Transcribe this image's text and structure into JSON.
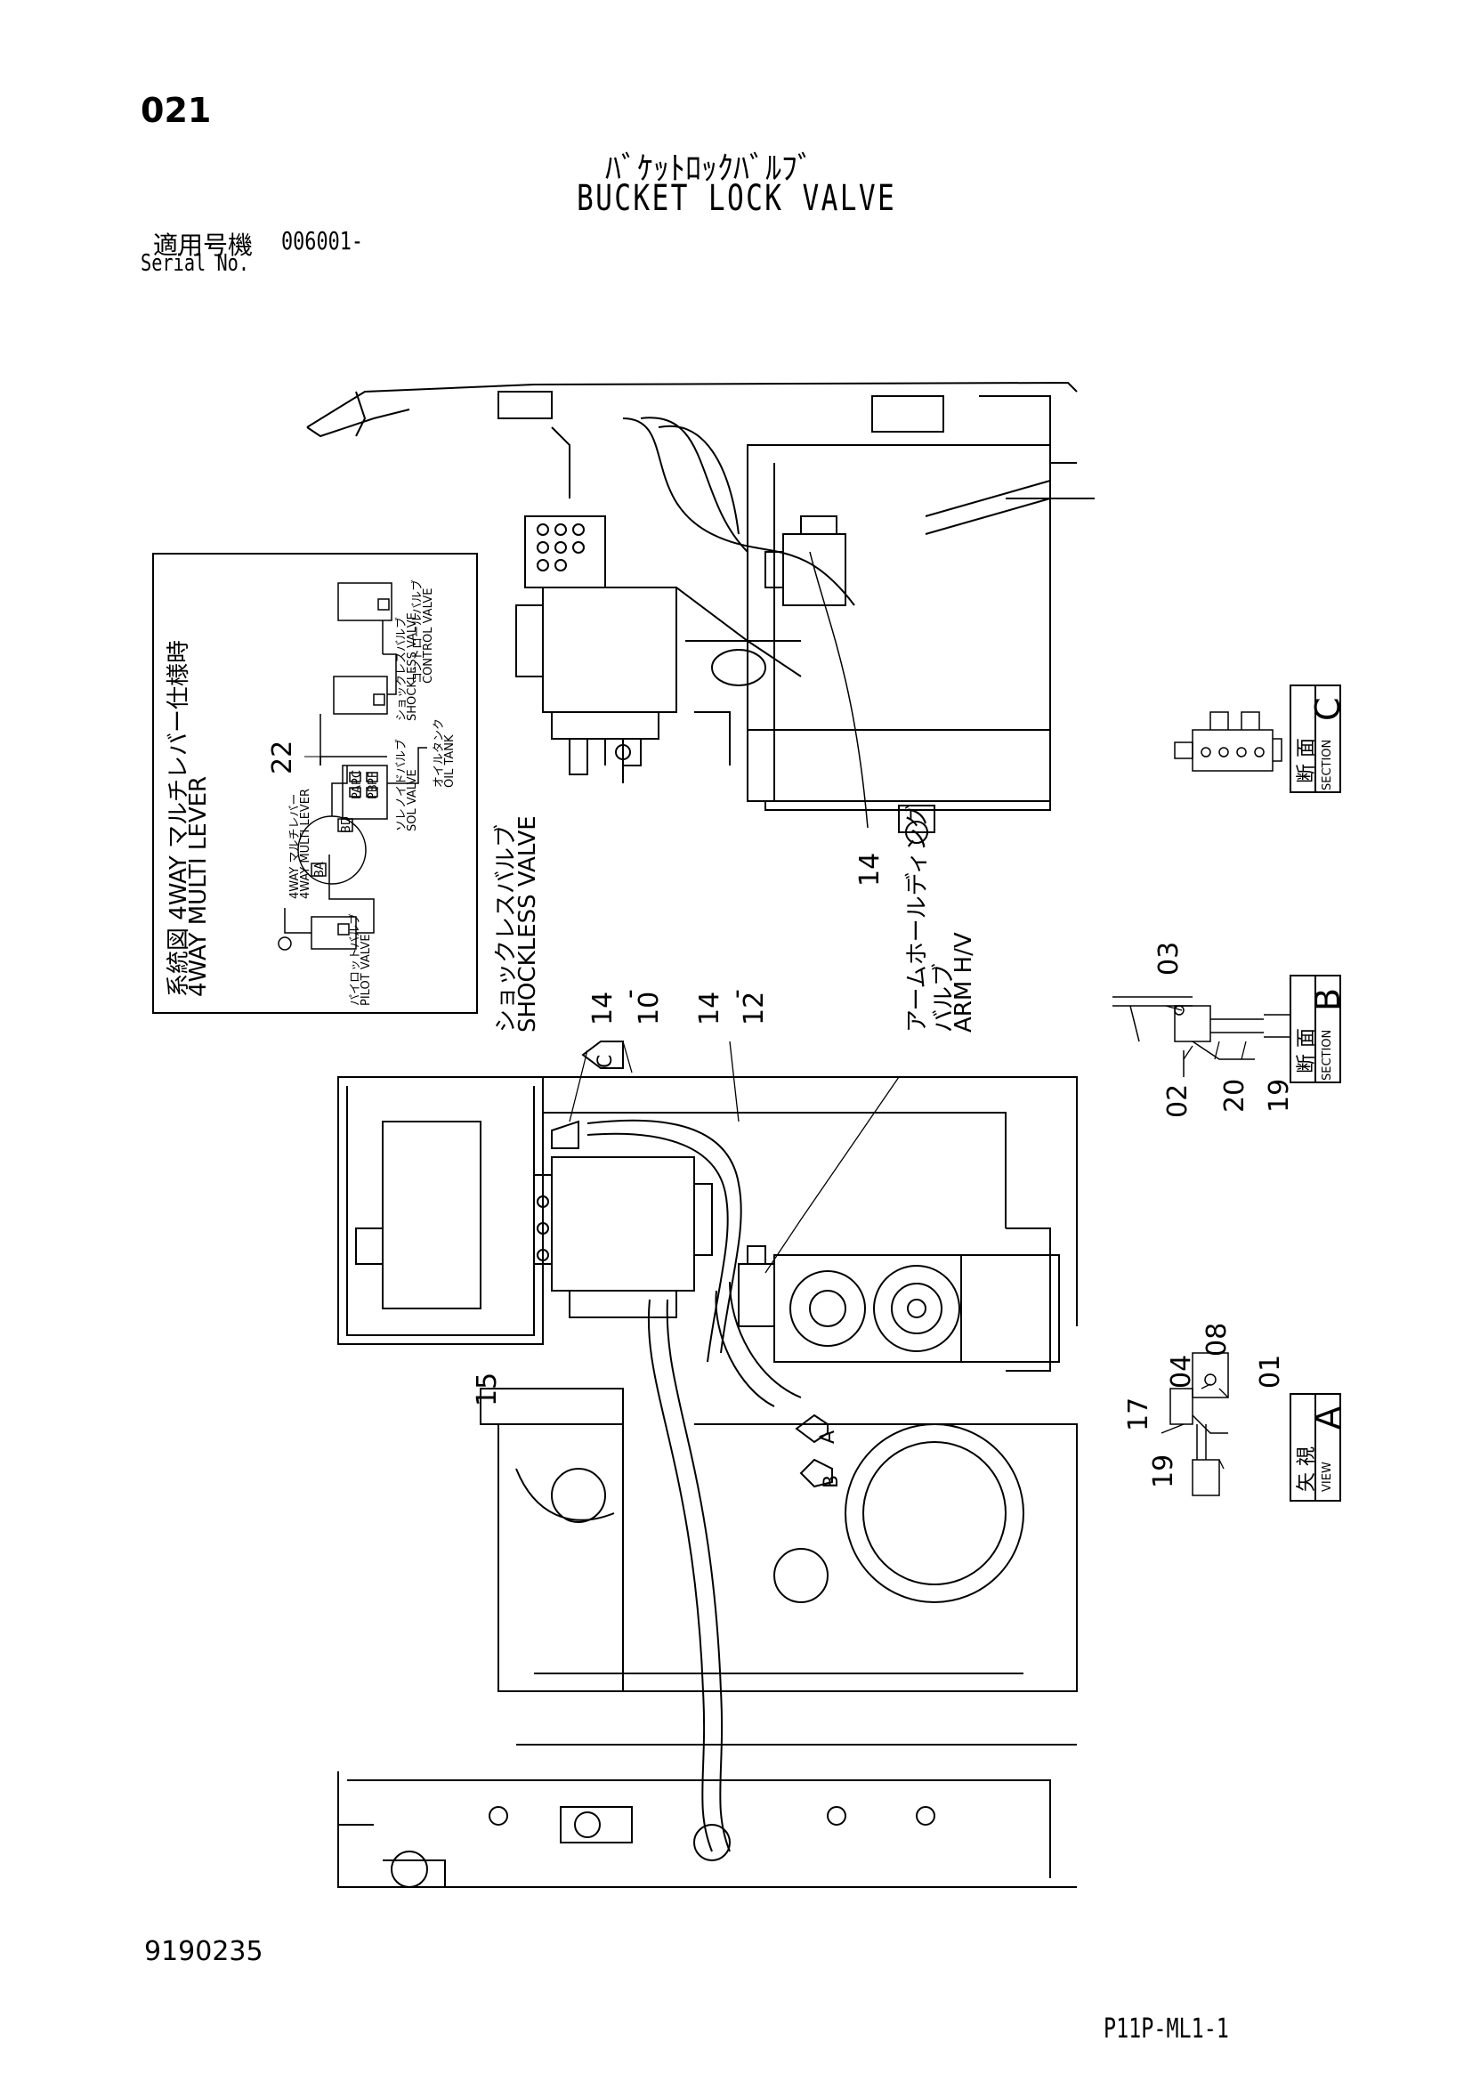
{
  "header": {
    "page_number": "021",
    "title_jp": "ﾊﾞｹｯﾄﾛｯｸﾊﾞﾙﾌﾞ",
    "title_en": "BUCKET LOCK VALVE",
    "serial_label_jp": "適用号機",
    "serial_value": "006001-",
    "serial_label_en": "Serial No."
  },
  "inset": {
    "title_jp": "系統図 4WAY マルチレバー仕様時",
    "title_en": "4WAY MULTI LEVER",
    "part_ref": "22",
    "pilot_valve_jp": "パイロットバルブ",
    "pilot_valve_en": "PILOT VALVE",
    "multi_lever_jp": "4WAY マルチレバー",
    "multi_lever_en": "4WAY MULTI LEVER",
    "sol_valve_jp": "ソレノイドバルブ",
    "sol_valve_en": "SOL VALVE",
    "oil_tank_jp": "オイルタンク",
    "oil_tank_en": "OIL TANK",
    "shockless_jp": "ショックレスバルブ",
    "shockless_en": "SHOCKLESS VALVE",
    "control_valve_jp": "コントロールバルブ",
    "control_valve_en": "CONTROL VALVE",
    "port_ba": "BA",
    "port_bd": "BD",
    "port_pc": "PC",
    "port_pf": "PF",
    "port_pa": "PA",
    "port_pb": "PB"
  },
  "callouts": {
    "shockless_jp": "ショックレスバルブ",
    "shockless_en": "SHOCKLESS VALVE",
    "arm_hv_jp1": "アームホールディング",
    "arm_hv_jp2": "バルブ",
    "arm_hv_en": "ARM H/V",
    "view_c": "C",
    "view_a": "A",
    "view_b": "B"
  },
  "part_numbers": {
    "p14_top": "14",
    "p14_1": "14",
    "p14_1_dash": "-",
    "p10": "10",
    "p14_2": "14",
    "p14_2_dash": "-",
    "p12": "12",
    "p15": "15",
    "sec_b_03": "03",
    "sec_b_02": "02",
    "sec_b_20": "20",
    "sec_b_19": "19",
    "view_a_08": "08",
    "view_a_04": "04",
    "view_a_01": "01",
    "view_a_17": "17",
    "view_a_19": "19"
  },
  "section_boxes": {
    "c_jp": "断 面",
    "c_en": "SECTION",
    "c_letter": "C",
    "b_jp": "断 面",
    "b_en": "SECTION",
    "b_letter": "B",
    "a_jp": "矢 視",
    "a_en": "VIEW",
    "a_letter": "A"
  },
  "footer": {
    "doc_number": "9190235",
    "sheet_code": "P11P-ML1-1"
  }
}
